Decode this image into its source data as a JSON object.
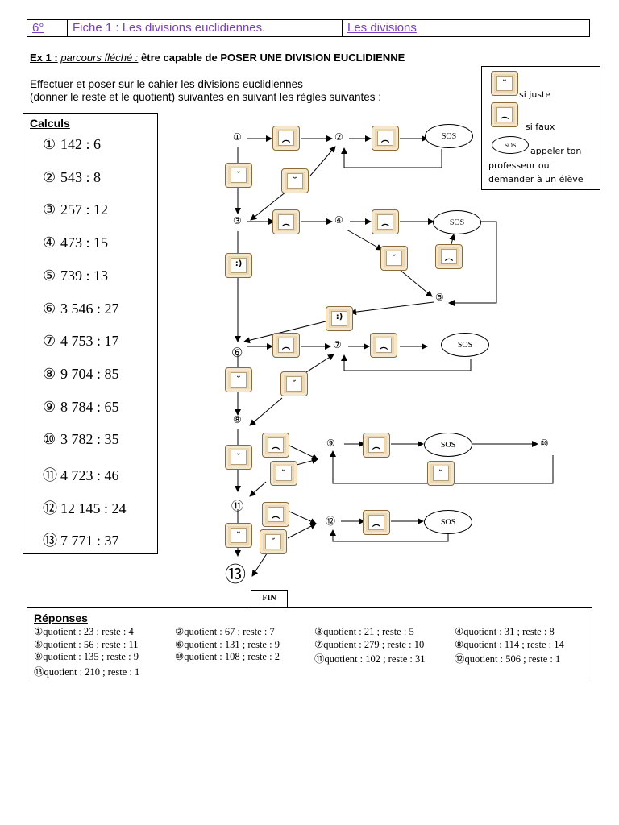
{
  "header": {
    "level": "6°",
    "fiche": "Fiche 1 : Les divisions euclidiennes.",
    "theme": "Les divisions"
  },
  "exercise": {
    "label": "Ex 1 :",
    "subtitle": "parcours fléché :",
    "goal": "être capable de POSER UNE DIVISION EUCLIDIENNE",
    "instruction_line1": "Effectuer et poser sur le cahier les divisions euclidiennes",
    "instruction_line2": "(donner le reste et le quotient) suivantes en suivant les règles suivantes :"
  },
  "legend": {
    "right": "si juste",
    "wrong": "si faux",
    "sos_line1": "appeler ton",
    "sos_line2": "professeur ou",
    "sos_line3": "demander à un élève",
    "sos_label": "SOS"
  },
  "calculs": {
    "title": "Calculs",
    "items": [
      {
        "n": "①",
        "op": "142 : 6"
      },
      {
        "n": "②",
        "op": "543 : 8"
      },
      {
        "n": "③",
        "op": "257 : 12"
      },
      {
        "n": "④",
        "op": "473 : 15"
      },
      {
        "n": "⑤",
        "op": "739 : 13"
      },
      {
        "n": "⑥",
        "op": "3 546 : 27"
      },
      {
        "n": "⑦",
        "op": "4 753 : 17"
      },
      {
        "n": "⑧",
        "op": "9 704 : 85"
      },
      {
        "n": "⑨",
        "op": "8 784 : 65"
      },
      {
        "n": "⑩",
        "op": "3 782 : 35"
      },
      {
        "n": "⑪",
        "op": "4 723 : 46"
      },
      {
        "n": "⑫",
        "op": "12 145 : 24"
      },
      {
        "n": "⑬",
        "op": "7 771 : 37"
      }
    ]
  },
  "flow": {
    "nodes": {
      "n1": "①",
      "n2": "②",
      "n3": "③",
      "n4": "④",
      "n5": "⑤",
      "n6": "⑥",
      "n7": "⑦",
      "n8": "⑧",
      "n9": "⑨",
      "n10": "⑩",
      "n11": "⑪",
      "n12": "⑫",
      "n13": "⑬"
    },
    "happy": "ᵕ",
    "sad": "︵",
    "wink": ":)",
    "sos": "SOS",
    "fin": "FIN"
  },
  "reponses": {
    "title": "Réponses",
    "items": [
      "①quotient : 23 ; reste : 4",
      "②quotient : 67 ; reste : 7",
      "③quotient : 21 ; reste : 5",
      "④quotient : 31 ; reste : 8",
      "⑤quotient : 56 ; reste : 11",
      "⑥quotient : 131 ; reste : 9",
      "⑦quotient : 279 ; reste : 10",
      "⑧quotient : 114 ; reste : 14",
      "⑨quotient : 135 ; reste : 9",
      "⑩quotient : 108 ; reste : 2",
      "⑪quotient : 102 ; reste : 31",
      "⑫quotient : 506 ; reste : 1",
      "⑬quotient : 210 ; reste : 1"
    ]
  }
}
